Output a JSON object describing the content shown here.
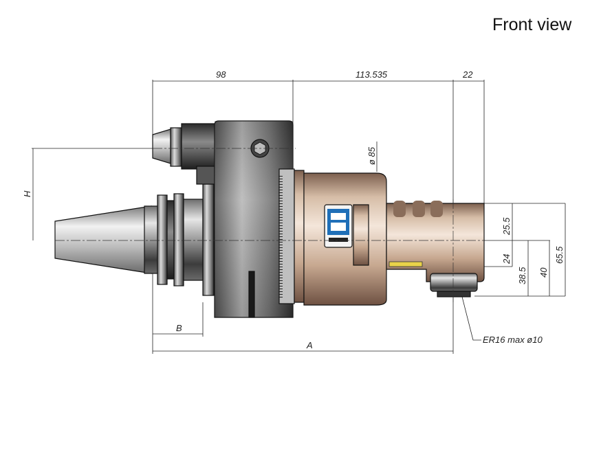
{
  "title": "Front view",
  "dimensions": {
    "d98": "98",
    "d113": "113.535",
    "d22": "22",
    "phi85": "ø 85",
    "H": "H",
    "B": "B",
    "A": "A",
    "d25_5": "25.5",
    "d24": "24",
    "d38_5": "38.5",
    "d40": "40",
    "d65_5": "65.5"
  },
  "note": "ER16  max  ø10",
  "colors": {
    "body_tan": "#d9c2ad",
    "body_shade": "#8a6d5a",
    "steel": "#8c8c8c",
    "steel_dark": "#3a3a3a",
    "steel_light": "#d6d6d6",
    "logo_blue": "#1f6fb8"
  }
}
